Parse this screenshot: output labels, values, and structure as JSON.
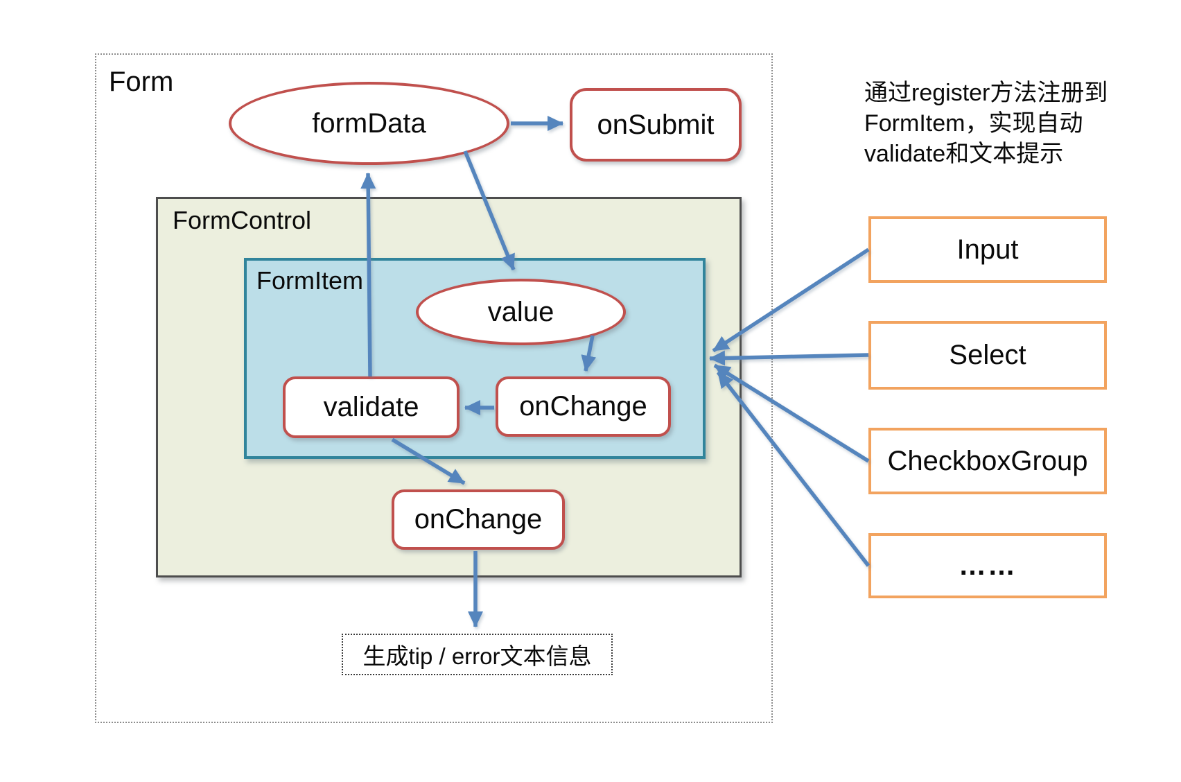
{
  "form": {
    "label": "Form"
  },
  "form_control": {
    "label": "FormControl"
  },
  "form_item": {
    "label": "FormItem"
  },
  "nodes": {
    "form_data": {
      "label": "formData"
    },
    "on_submit": {
      "label": "onSubmit"
    },
    "value": {
      "label": "value"
    },
    "validate": {
      "label": "validate"
    },
    "on_change_inner": {
      "label": "onChange"
    },
    "on_change_outer": {
      "label": "onChange"
    },
    "tip_output": {
      "label": "生成tip / error文本信息"
    }
  },
  "annotation": {
    "lines": [
      "通过register方法注册到",
      "FormItem，实现自动",
      "validate和文本提示"
    ]
  },
  "components": [
    {
      "label": "Input"
    },
    {
      "label": "Select"
    },
    {
      "label": "CheckboxGroup"
    },
    {
      "label": "……"
    }
  ],
  "colors": {
    "node_border": "#C0504D",
    "arrow": "#5585BD",
    "form_item_fill": "#BCDEE8",
    "form_item_border": "#31849B",
    "form_control_fill": "#ECEFDE",
    "component_border": "#F2A35F"
  }
}
